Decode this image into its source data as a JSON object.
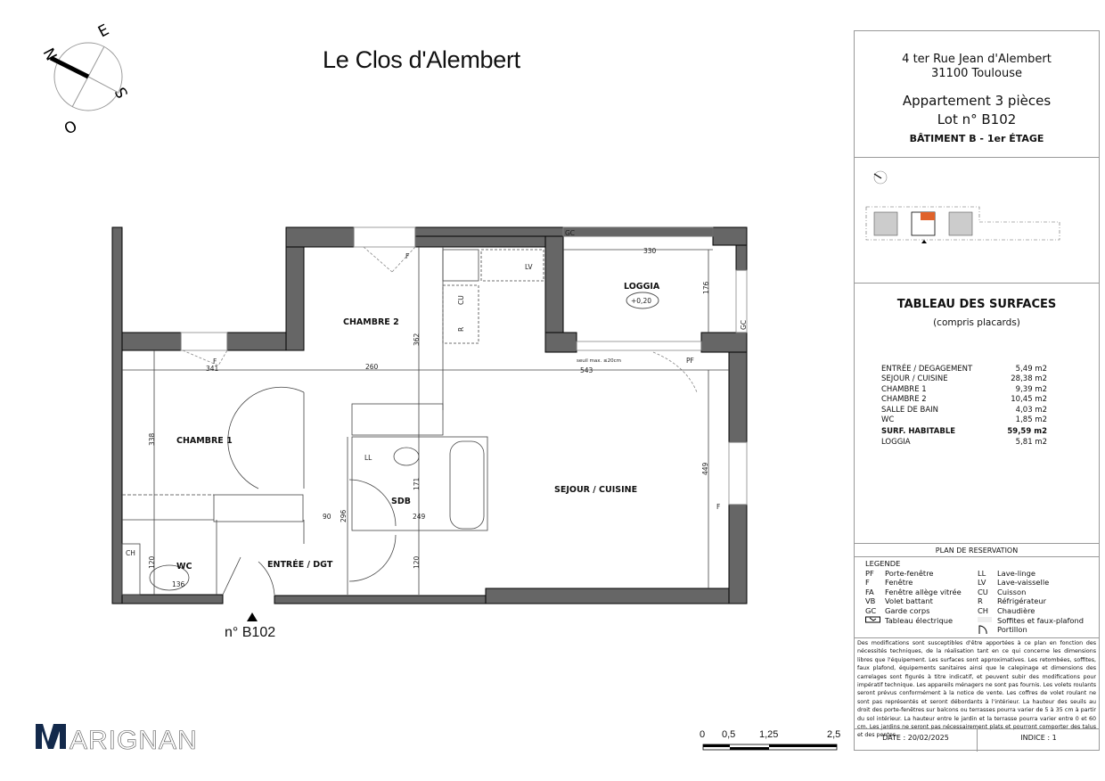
{
  "header": {
    "title": "Le Clos d'Alembert"
  },
  "compass": {
    "n": "N",
    "e": "E",
    "s": "S",
    "o": "O"
  },
  "info": {
    "address_line1": "4 ter Rue Jean d'Alembert",
    "address_line2": "31100 Toulouse",
    "apartment": "Appartement 3 pièces",
    "lot": "Lot n° B102",
    "building": "BÂTIMENT B - 1er ÉTAGE"
  },
  "site_plan": {
    "highlight_color": "#e0622a"
  },
  "surfaces": {
    "title": "TABLEAU DES SURFACES",
    "subtitle": "(compris placards)",
    "rows": [
      {
        "label": "ENTRÉE / DEGAGEMENT",
        "value": "5,49 m2"
      },
      {
        "label": "SEJOUR / CUISINE",
        "value": "28,38 m2"
      },
      {
        "label": "CHAMBRE 1",
        "value": "9,39 m2"
      },
      {
        "label": "CHAMBRE 2",
        "value": "10,45 m2"
      },
      {
        "label": "SALLE DE BAIN",
        "value": "4,03 m2"
      },
      {
        "label": "WC",
        "value": "1,85 m2"
      }
    ],
    "total": {
      "label": "SURF. HABITABLE",
      "value": "59,59 m2"
    },
    "loggia": {
      "label": "LOGGIA",
      "value": "5,81 m2"
    }
  },
  "legend": {
    "section_title": "PLAN DE RESERVATION",
    "title": "LEGENDE",
    "rows": [
      {
        "c1": "PF",
        "d1": "Porte-fenêtre",
        "c2": "LL",
        "d2": "Lave-linge"
      },
      {
        "c1": "F",
        "d1": "Fenêtre",
        "c2": "LV",
        "d2": "Lave-vaisselle"
      },
      {
        "c1": "FA",
        "d1": "Fenêtre allège vitrée",
        "c2": "CU",
        "d2": "Cuisson"
      },
      {
        "c1": "VB",
        "d1": "Volet battant",
        "c2": "R",
        "d2": "Réfrigérateur"
      },
      {
        "c1": "GC",
        "d1": "Garde corps",
        "c2": "CH",
        "d2": "Chaudière"
      },
      {
        "c1": "",
        "d1": "Tableau électrique",
        "c2": "",
        "d2": "Soffites et faux-plafond"
      },
      {
        "c1": "",
        "d1": "",
        "c2": "",
        "d2": "Portillon"
      }
    ]
  },
  "disclaimer": "Des modifications sont susceptibles d'être apportées à ce plan en fonction des nécessités techniques, de la réalisation tant en ce qui concerne les dimensions libres que l'équipement. Les surfaces sont approximatives. Les retombées, soffites, faux plafond, équipements sanitaires ainsi que le calepinage et dimensions des carrelages sont figurés à titre indicatif, et peuvent subir des modifications pour impératif technique. Les appareils ménagers ne sont pas fournis. Les volets roulants seront prévus conformément à la notice de vente. Les coffres de volet roulant ne sont pas représentés et seront débordants à l'intérieur. La hauteur des seuils au droit des porte-fenêtres sur balcons ou terrasses pourra varier de 5 à 35 cm à partir du sol intérieur. La hauteur entre le jardin et la terrasse pourra varier entre 0 et 60 cm. Les jardins ne seront pas nécessairement plats et pourront comporter des talus et des pentes.",
  "footer": {
    "date": "DATE : 20/02/2025",
    "indice": "INDICE : 1"
  },
  "plan": {
    "rooms": {
      "chambre2": "CHAMBRE 2",
      "chambre1": "CHAMBRE 1",
      "loggia": "LOGGIA",
      "loggia_level": "+0,20",
      "sejour": "SEJOUR / CUISINE",
      "sdb": "SDB",
      "wc": "WC",
      "entree": "ENTRÉE / DGT"
    },
    "codes": {
      "f1": "F",
      "f2": "F",
      "f3": "F",
      "pf": "PF",
      "gc1": "GC",
      "gc2": "GC",
      "lv": "LV",
      "cu": "CU",
      "r": "R",
      "ll": "LL",
      "ch": "CH"
    },
    "dims": {
      "d341": "341",
      "d260": "260",
      "d543": "543",
      "d330": "330",
      "d176": "176",
      "d362": "362",
      "d338": "338",
      "d449": "449",
      "d171": "171",
      "d296": "296",
      "d90": "90",
      "d249": "249",
      "d120a": "120",
      "d120b": "120",
      "d136": "136"
    },
    "threshold": "seuil max. ≤20cm",
    "lot_label": "n° B102"
  },
  "brand": {
    "logo_text": "MARIGNAN",
    "color": "#13294b"
  },
  "scale": {
    "ticks": [
      "0",
      "0,5",
      "1,25",
      "2,5"
    ]
  }
}
